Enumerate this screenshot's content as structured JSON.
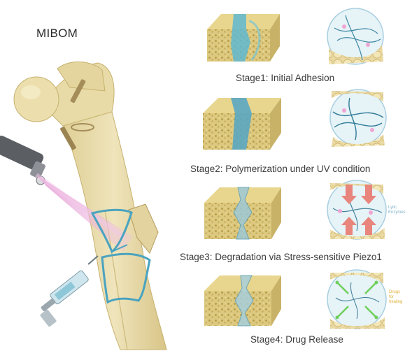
{
  "title": "MIBOM",
  "stages": [
    {
      "label": "Stage1: Initial Adhesion"
    },
    {
      "label": "Stage2: Polymerization under UV condition"
    },
    {
      "label": "Stage3: Degradation via Stress-sensitive Piezo1",
      "annotation_line1": "Lytic",
      "annotation_line2": "Enzymes"
    },
    {
      "label": "Stage4: Drug Release",
      "annotation_line1": "Drugs",
      "annotation_line2": "for",
      "annotation_line3": "healing"
    }
  ],
  "colors": {
    "bone": "#e9dcaa",
    "sponge": "#d9c57a",
    "adhesive": "#5fb3c9",
    "uv_light": "#e6a6d6",
    "enzyme_arrow": "#e8857c",
    "drug_arrow": "#7ed36a"
  }
}
